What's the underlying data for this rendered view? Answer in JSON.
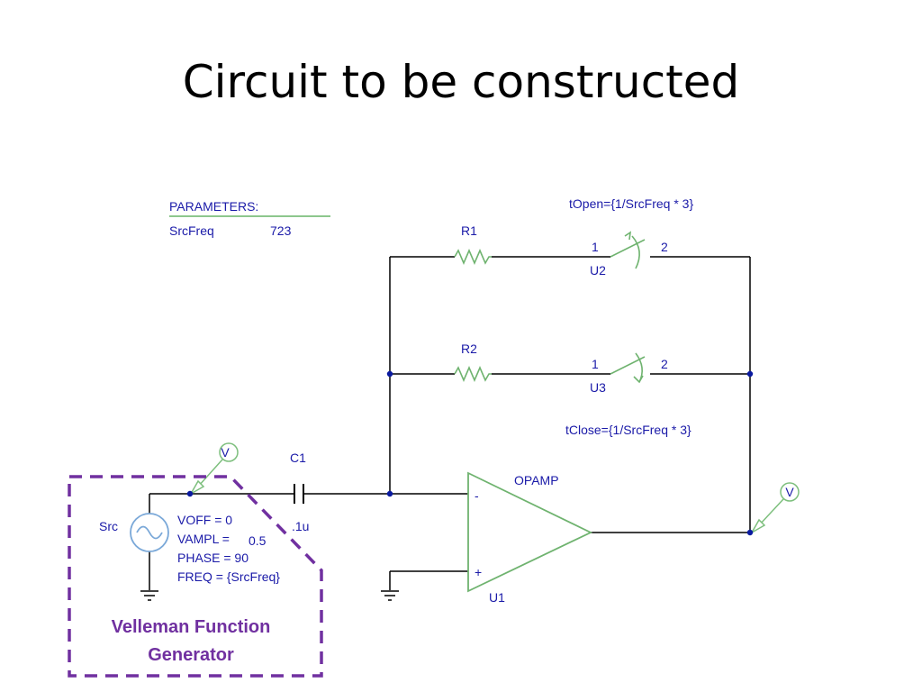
{
  "slide": {
    "title": "Circuit to be constructed"
  },
  "parameters": {
    "header": "PARAMETERS:",
    "name": "SrcFreq",
    "value": "723"
  },
  "switches": {
    "u2": {
      "ref": "U2",
      "pin1": "1",
      "pin2": "2",
      "param": "tOpen={1/SrcFreq * 3}"
    },
    "u3": {
      "ref": "U3",
      "pin1": "1",
      "pin2": "2",
      "param": "tClose={1/SrcFreq * 3}"
    }
  },
  "resistors": {
    "r1": "R1",
    "r2": "R2"
  },
  "capacitor": {
    "ref": "C1",
    "value": ".1u"
  },
  "opamp": {
    "name": "OPAMP",
    "ref": "U1",
    "minus": "-",
    "plus": "+"
  },
  "source": {
    "ref": "Src",
    "voff": "VOFF = 0",
    "vampl_label": "VAMPL =",
    "vampl_value": "0.5",
    "phase": "PHASE = 90",
    "freq": "FREQ = {SrcFreq}"
  },
  "probes": {
    "probe_label": "V"
  },
  "function_generator": {
    "line1": "Velleman Function",
    "line2": "Generator"
  },
  "colors": {
    "wire": "#000000",
    "label": "#1a1aa8",
    "component": "#7dbf7d",
    "node": "#0a1aa0",
    "dashed_box": "#7030a0"
  }
}
